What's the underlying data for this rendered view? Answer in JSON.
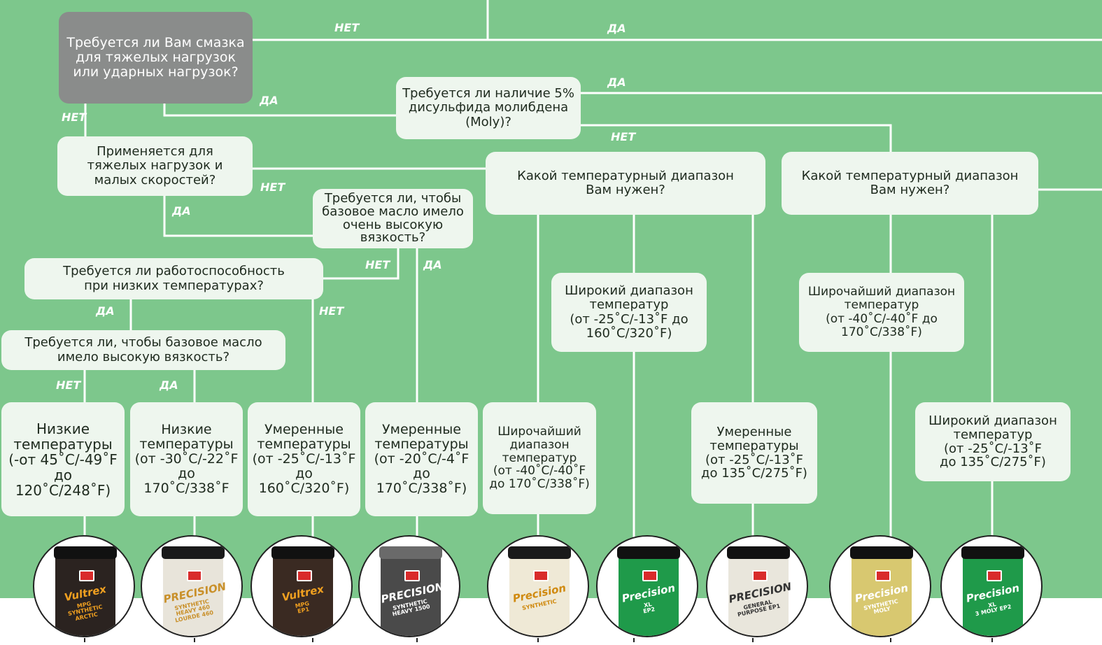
{
  "colors": {
    "background": "#7dc78c",
    "box": "#eef6ee",
    "dark_box": "#8a8c8b",
    "line": "#ffffff",
    "label": "#ffffff"
  },
  "nodes": {
    "q_heavy_load": "Требуется ли Вам смазка\nдля тяжелых нагрузок\nили ударных нагрузок?",
    "q_moly": "Требуется ли наличие 5%\nдисульфида молибдена\n(Moly)?",
    "q_low_speed": "Применяется для\nтяжелых нагрузок и\nмалых скоростей?",
    "q_temp_range_1": "Какой температурный диапазон\nВам нужен?",
    "q_temp_range_2": "Какой температурный диапазон\nВам нужен?",
    "q_very_high_visc": "Требуется ли, чтобы\nбазовое масло имело\nочень высокую\nвязкость?",
    "q_low_temp": "Требуется ли работоспособность\nпри низких температурах?",
    "q_high_visc": "Требуется ли, чтобы базовое масло\nимело высокую вязкость?",
    "mid_wide_1": "Широкий диапазон\nтемператур\n(от -25˚C/-13˚F до\n160˚C/320˚F)",
    "mid_widest_2": "Широчайший диапазон\nтемператур\n(от -40˚C/-40˚F до\n170˚C/338˚F)",
    "r1": "Низкие\nтемпературы\n(-от 45˚C/-49˚F\nдо 120˚C/248˚F)",
    "r2": "Низкие\nтемпературы\n(от -30˚C/-22˚F\nдо 170˚C/338˚F",
    "r3": "Умеренные\nтемпературы\n(от -25˚C/-13˚F\nдо 160˚C/320˚F)",
    "r4": "Умеренные\nтемпературы\n(от -20˚C/-4˚F\nдо 170˚C/338˚F)",
    "r5": "Широчайший\nдиапазон\nтемператур\n(от -40˚C/-40˚F\nдо 170˚C/338˚F)",
    "r6": "Умеренные\nтемпературы\n(от -25˚C/-13˚F\nдо 135˚C/275˚F)",
    "r7": "Широкий диапазон\nтемператур\n(от -25˚C/-13˚F\nдо 135˚C/275˚F)"
  },
  "labels": {
    "yes": "ДА",
    "no": "НЕТ"
  },
  "products": [
    {
      "brand": "Vultrex",
      "sub": "MPG\nSYNTHETIC\nARCTIC",
      "can_color": "#2b2320",
      "lid_color": "#111111",
      "text_color": "#f0a020",
      "icon": "vultrex-arctic-can-icon"
    },
    {
      "brand": "PRECISION",
      "sub": "SYNTHETIC\nHEAVY 460\nLOURDE 460",
      "can_color": "#e8e4da",
      "lid_color": "#1a1a1a",
      "text_color": "#c9902a",
      "icon": "precision-synthetic-heavy-can-icon"
    },
    {
      "brand": "Vultrex",
      "sub": "MPG\nEP1",
      "can_color": "#3a2a22",
      "lid_color": "#111111",
      "text_color": "#f0a020",
      "icon": "vultrex-ep1-can-icon"
    },
    {
      "brand": "PRECISION",
      "sub": "SYNTHETIC\nHEAVY 1500",
      "can_color": "#4a4a4a",
      "lid_color": "#6a6a6a",
      "text_color": "#ffffff",
      "icon": "precision-heavy-1500-drum-icon"
    },
    {
      "brand": "Precision",
      "sub": "SYNTHETIC",
      "can_color": "#efe9d6",
      "lid_color": "#1a1a1a",
      "text_color": "#d08a10",
      "icon": "precision-synthetic-can-icon"
    },
    {
      "brand": "Precision",
      "sub": "XL\nEP2",
      "can_color": "#1f9a4a",
      "lid_color": "#111111",
      "text_color": "#ffffff",
      "icon": "precision-xl-ep2-can-icon"
    },
    {
      "brand": "PRECISION",
      "sub": "GENERAL\nPURPOSE EP1",
      "can_color": "#e9e6dc",
      "lid_color": "#111111",
      "text_color": "#333333",
      "icon": "precision-general-purpose-can-icon"
    },
    {
      "brand": "Precision",
      "sub": "SYNTHETIC\nMOLY",
      "can_color": "#d8c870",
      "lid_color": "#111111",
      "text_color": "#ffffff",
      "icon": "precision-synthetic-moly-can-icon"
    },
    {
      "brand": "Precision",
      "sub": "XL\n3 MOLY EP2",
      "can_color": "#1f9a4a",
      "lid_color": "#111111",
      "text_color": "#ffffff",
      "icon": "precision-xl-3-moly-can-icon"
    }
  ]
}
